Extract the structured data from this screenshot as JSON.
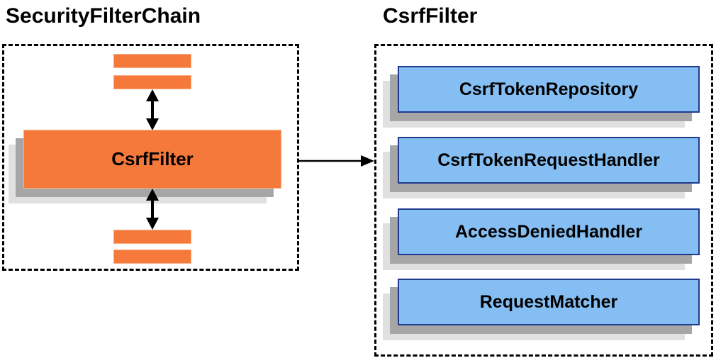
{
  "diagram": {
    "left_panel": {
      "title": "SecurityFilterChain",
      "filter_box_label": "CsrfFilter"
    },
    "right_panel": {
      "title": "CsrfFilter",
      "components": [
        {
          "label": "CsrfTokenRepository"
        },
        {
          "label": "CsrfTokenRequestHandler"
        },
        {
          "label": "AccessDeniedHandler"
        },
        {
          "label": "RequestMatcher"
        }
      ]
    },
    "icons": {
      "vertical_arrows": "bidirectional-arrow",
      "horizontal_arrow": "flow-arrow"
    }
  },
  "colors": {
    "orange": "#F4793B",
    "orange-border": "#F9AE82",
    "blue": "#85BEF2",
    "blue-border": "#1F3A8C",
    "shadow-dark": "#A6A6A6",
    "shadow-light": "#E0E0E0",
    "line": "#000000",
    "background": "#FFFFFF"
  }
}
